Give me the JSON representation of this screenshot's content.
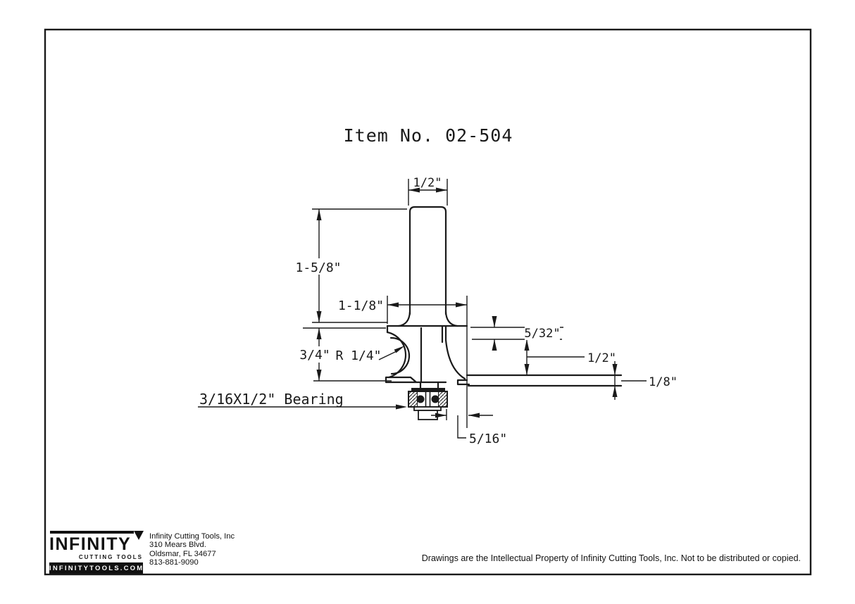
{
  "colors": {
    "ink": "#1a1a1a",
    "paper": "#ffffff"
  },
  "title": "Item No. 02-504",
  "drawing": {
    "dimensions": {
      "shank_diameter": "1/2\"",
      "shank_length": "1-5/8\"",
      "cutter_diameter": "1-1/8\"",
      "cutter_height": "3/4\"",
      "profile_radius": "R 1/4\"",
      "top_recess": "5/32\"",
      "bead_height": "1/2\"",
      "slot_thickness": "1/8\"",
      "cut_reach": "5/16\"",
      "bearing_label": "3/16X1/2\" Bearing"
    }
  },
  "footer": {
    "logo": {
      "brand": "INFINITY",
      "tagline": "CUTTING TOOLS",
      "website": "INFINITYTOOLS.COM"
    },
    "address": {
      "company": "Infinity Cutting Tools, Inc",
      "street": "310 Mears Blvd.",
      "city": "Oldsmar, FL  34677",
      "phone": "813-881-9090"
    },
    "copyright": "Drawings are the Intellectual Property of Infinity Cutting Tools, Inc. Not to be distributed or copied."
  }
}
